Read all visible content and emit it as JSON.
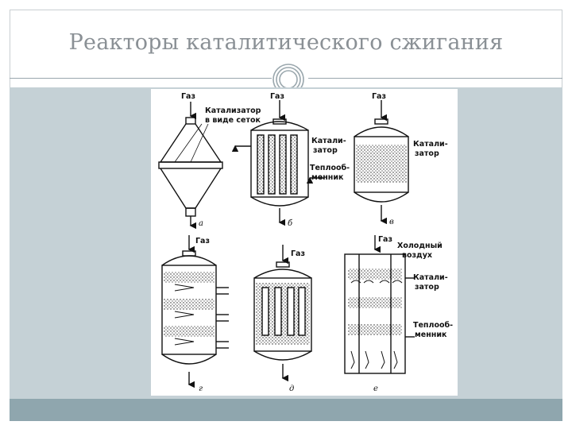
{
  "slide": {
    "title": "Реакторы каталитического сжигания"
  },
  "diagram": {
    "gas": "Газ",
    "catalyst_mesh_line1": "Катализатор",
    "catalyst_mesh_line2": "в виде сеток",
    "catalyst_split_line1": "Катали-",
    "catalyst_split_line2": "затор",
    "exchanger_split_line1": "Теплооб-",
    "exchanger_split_line2": "менник",
    "cold_air_line1": "Холодный",
    "cold_air_line2": "воздух",
    "sub_a": "а",
    "sub_b": "б",
    "sub_v": "в",
    "sub_g": "г",
    "sub_d": "д",
    "sub_e": "е"
  },
  "colors": {
    "panel": "#c5d1d6",
    "footer": "#8fa6ae",
    "title": "#8a9095"
  }
}
